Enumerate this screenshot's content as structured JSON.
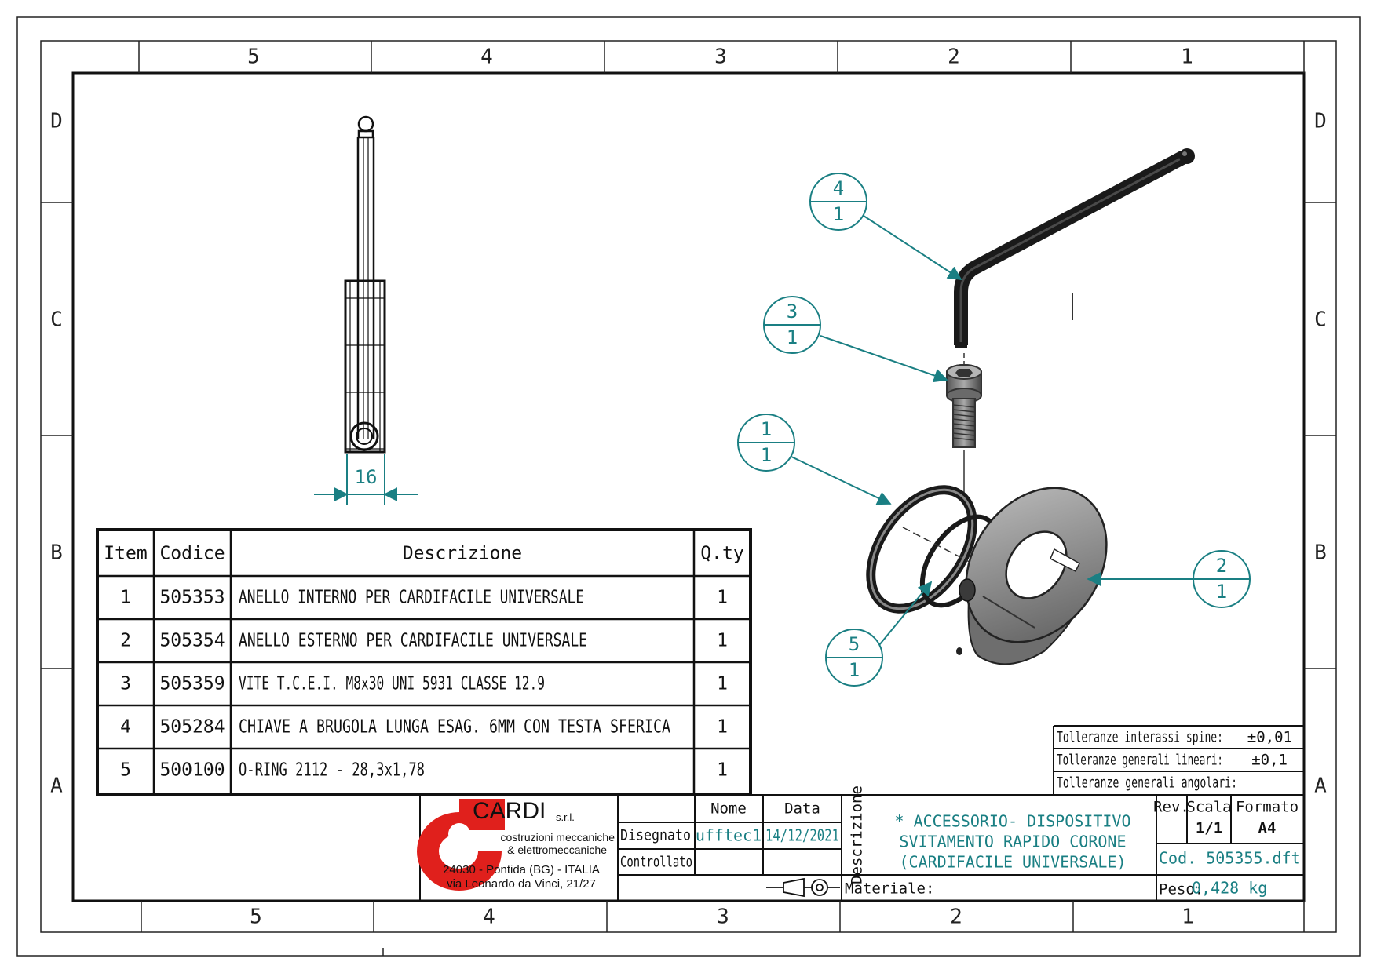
{
  "border": {
    "columns": [
      "5",
      "4",
      "3",
      "2",
      "1"
    ],
    "rows": [
      "D",
      "C",
      "B",
      "A"
    ]
  },
  "dimension": {
    "value": "16"
  },
  "bom": {
    "headers": [
      "Item",
      "Codice",
      "Descrizione",
      "Q.ty"
    ],
    "rows": [
      [
        "1",
        "505353",
        "ANELLO INTERNO PER CARDIFACILE UNIVERSALE",
        "1"
      ],
      [
        "2",
        "505354",
        "ANELLO ESTERNO PER CARDIFACILE UNIVERSALE",
        "1"
      ],
      [
        "3",
        "505359",
        "VITE T.C.E.I. M8x30 UNI 5931 CLASSE 12.9",
        "1"
      ],
      [
        "4",
        "505284",
        "CHIAVE A BRUGOLA LUNGA ESAG. 6MM CON TESTA SFERICA",
        "1"
      ],
      [
        "5",
        "500100",
        "O-RING 2112 - 28,3x1,78",
        "1"
      ]
    ]
  },
  "balloons": [
    {
      "item": "4",
      "qty": "1"
    },
    {
      "item": "3",
      "qty": "1"
    },
    {
      "item": "1",
      "qty": "1"
    },
    {
      "item": "2",
      "qty": "1"
    },
    {
      "item": "5",
      "qty": "1"
    }
  ],
  "tolerances": [
    {
      "label": "Tolleranze interassi spine:",
      "value": "±0,01"
    },
    {
      "label": "Tolleranze generali lineari:",
      "value": "±0,1"
    },
    {
      "label": "Tolleranze generali angolari:",
      "value": ""
    }
  ],
  "company": {
    "name": "CARDI",
    "suffix": "s.r.l.",
    "line1": "costruzioni meccaniche",
    "line2": "& elettromeccaniche",
    "address1": "24030 - Pontida (BG) - ITALIA",
    "address2": "via Leonardo da Vinci, 21/27",
    "logo_color": "#e0201c"
  },
  "title_block": {
    "nome_header": "Nome",
    "data_header": "Data",
    "disegnato_label": "Disegnato",
    "disegnato_name": "ufftec1",
    "disegnato_date": "14/12/2021",
    "controllato_label": "Controllato",
    "descrizione_label": "Descrizione",
    "description_lines": [
      "* ACCESSORIO- DISPOSITIVO",
      "SVITAMENTO RAPIDO CORONE",
      "(CARDIFACILE UNIVERSALE)"
    ],
    "materiale_label": "Materiale:",
    "rev_label": "Rev.",
    "scala_label": "Scala",
    "scala_value": "1/1",
    "formato_label": "Formato",
    "formato_value": "A4",
    "cod": "Cod. 505355.dft",
    "peso_label": "Peso:",
    "peso_value": "0,428 kg"
  },
  "colors": {
    "annotation": "#1a7f83",
    "line": "#111111",
    "part": "#2a2a2a"
  }
}
